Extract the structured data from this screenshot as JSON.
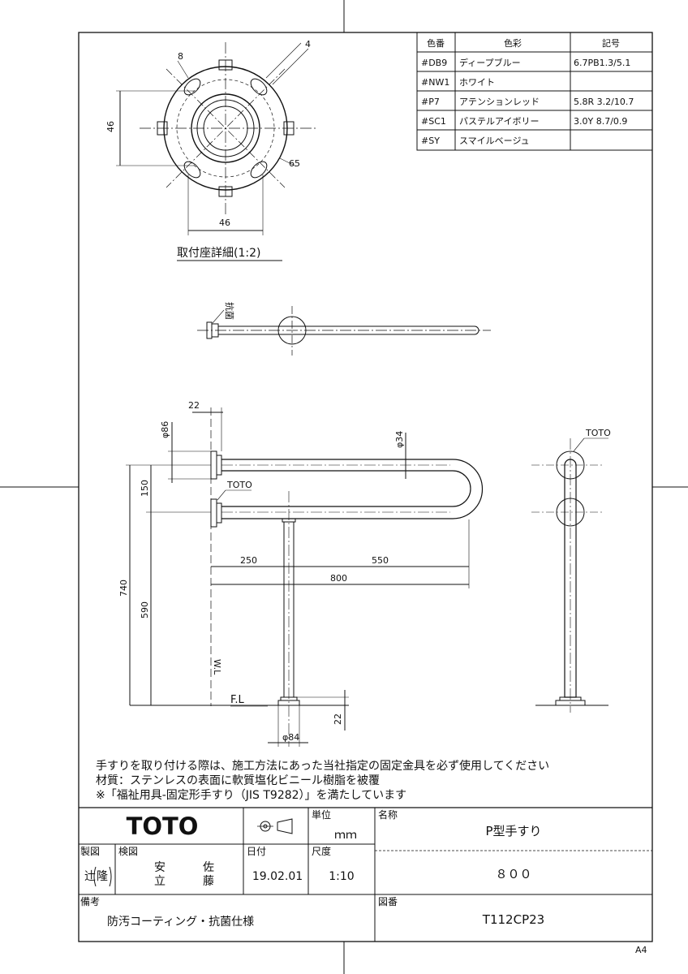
{
  "color_table": {
    "headers": [
      "色番",
      "色彩",
      "記号"
    ],
    "rows": [
      {
        "code": "#DB9",
        "name": "ディープブルー",
        "symbol": "6.7PB1.3/5.1"
      },
      {
        "code": "#NW1",
        "name": "ホワイト",
        "symbol": ""
      },
      {
        "code": "#P7",
        "name": "アテンションレッド",
        "symbol": "5.8R 3.2/10.7"
      },
      {
        "code": "#SC1",
        "name": "パステルアイボリー",
        "symbol": "3.0Y 8.7/0.9"
      },
      {
        "code": "#SY",
        "name": "スマイルベージュ",
        "symbol": ""
      }
    ]
  },
  "mount_detail": {
    "title": "取付座詳細(1:2)",
    "dim_8": "8",
    "dim_4": "4",
    "dim_46_v": "46",
    "dim_46_h": "46",
    "dim_65": "65"
  },
  "top_view": {
    "label_antibac": "抗菌"
  },
  "front_view": {
    "dim_22_top": "22",
    "dim_phi86": "φ86",
    "dim_phi34": "φ34",
    "dim_150": "150",
    "dim_740": "740",
    "dim_590": "590",
    "dim_250": "250",
    "dim_550": "550",
    "dim_800": "800",
    "label_wl": "W.L",
    "label_fl": "F.L",
    "dim_22_bottom": "22",
    "dim_phi84": "φ84",
    "label_toto": "TOTO"
  },
  "side_view": {
    "label_toto": "TOTO"
  },
  "notes": [
    "手すりを取り付ける際は、施工方法にあった当社指定の固定金具を必ず使用してください",
    "材質：ステンレスの表面に軟質塩化ビニール樹脂を被覆",
    "※「福祉用具-固定形手すり（JIS T9282）」を満たしています"
  ],
  "title_block": {
    "logo": "TOTO",
    "unit_label": "単位",
    "unit_value": "ｍｍ",
    "name_label": "名称",
    "name_value": "P型手すり",
    "drawn_label": "製図",
    "drawn_name_1": "辻",
    "drawn_name_2": "隆",
    "checked_label": "検図",
    "checked_name_1a": "安",
    "checked_name_1b": "立",
    "checked_name_2a": "佐",
    "checked_name_2b": "藤",
    "date_label": "日付",
    "date_value": "19.02.01",
    "scale_label": "尺度",
    "scale_value": "1:10",
    "size_value": "８００",
    "remarks_label": "備考",
    "remarks_value": "防汚コーティング・抗菌仕様",
    "drawing_no_label": "図番",
    "drawing_no_value": "T112CP23"
  },
  "paper_size": "A4"
}
